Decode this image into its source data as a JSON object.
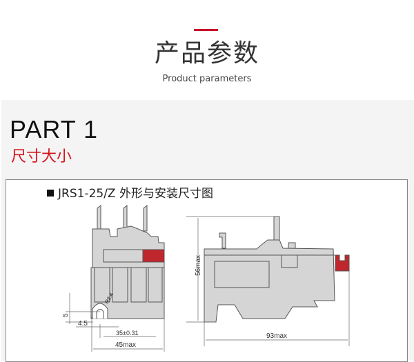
{
  "header": {
    "title": "产品参数",
    "subtitle": "Product parameters"
  },
  "section": {
    "part": "PART  1",
    "subtitle": "尺寸大小"
  },
  "drawing": {
    "title": "JRS1-25/Z 外形与安装尺寸图",
    "front_view": {
      "dim_radius": "R2.4",
      "dim_height": "5",
      "dim_offset": "4.5",
      "dim_spacing": "35±0.31",
      "dim_width": "45max"
    },
    "side_view": {
      "dim_height": "56max",
      "dim_width": "93max"
    }
  },
  "colors": {
    "accent": "#c8102e",
    "part_red": "#c0272d",
    "body_gray": "#d5d5d5"
  }
}
